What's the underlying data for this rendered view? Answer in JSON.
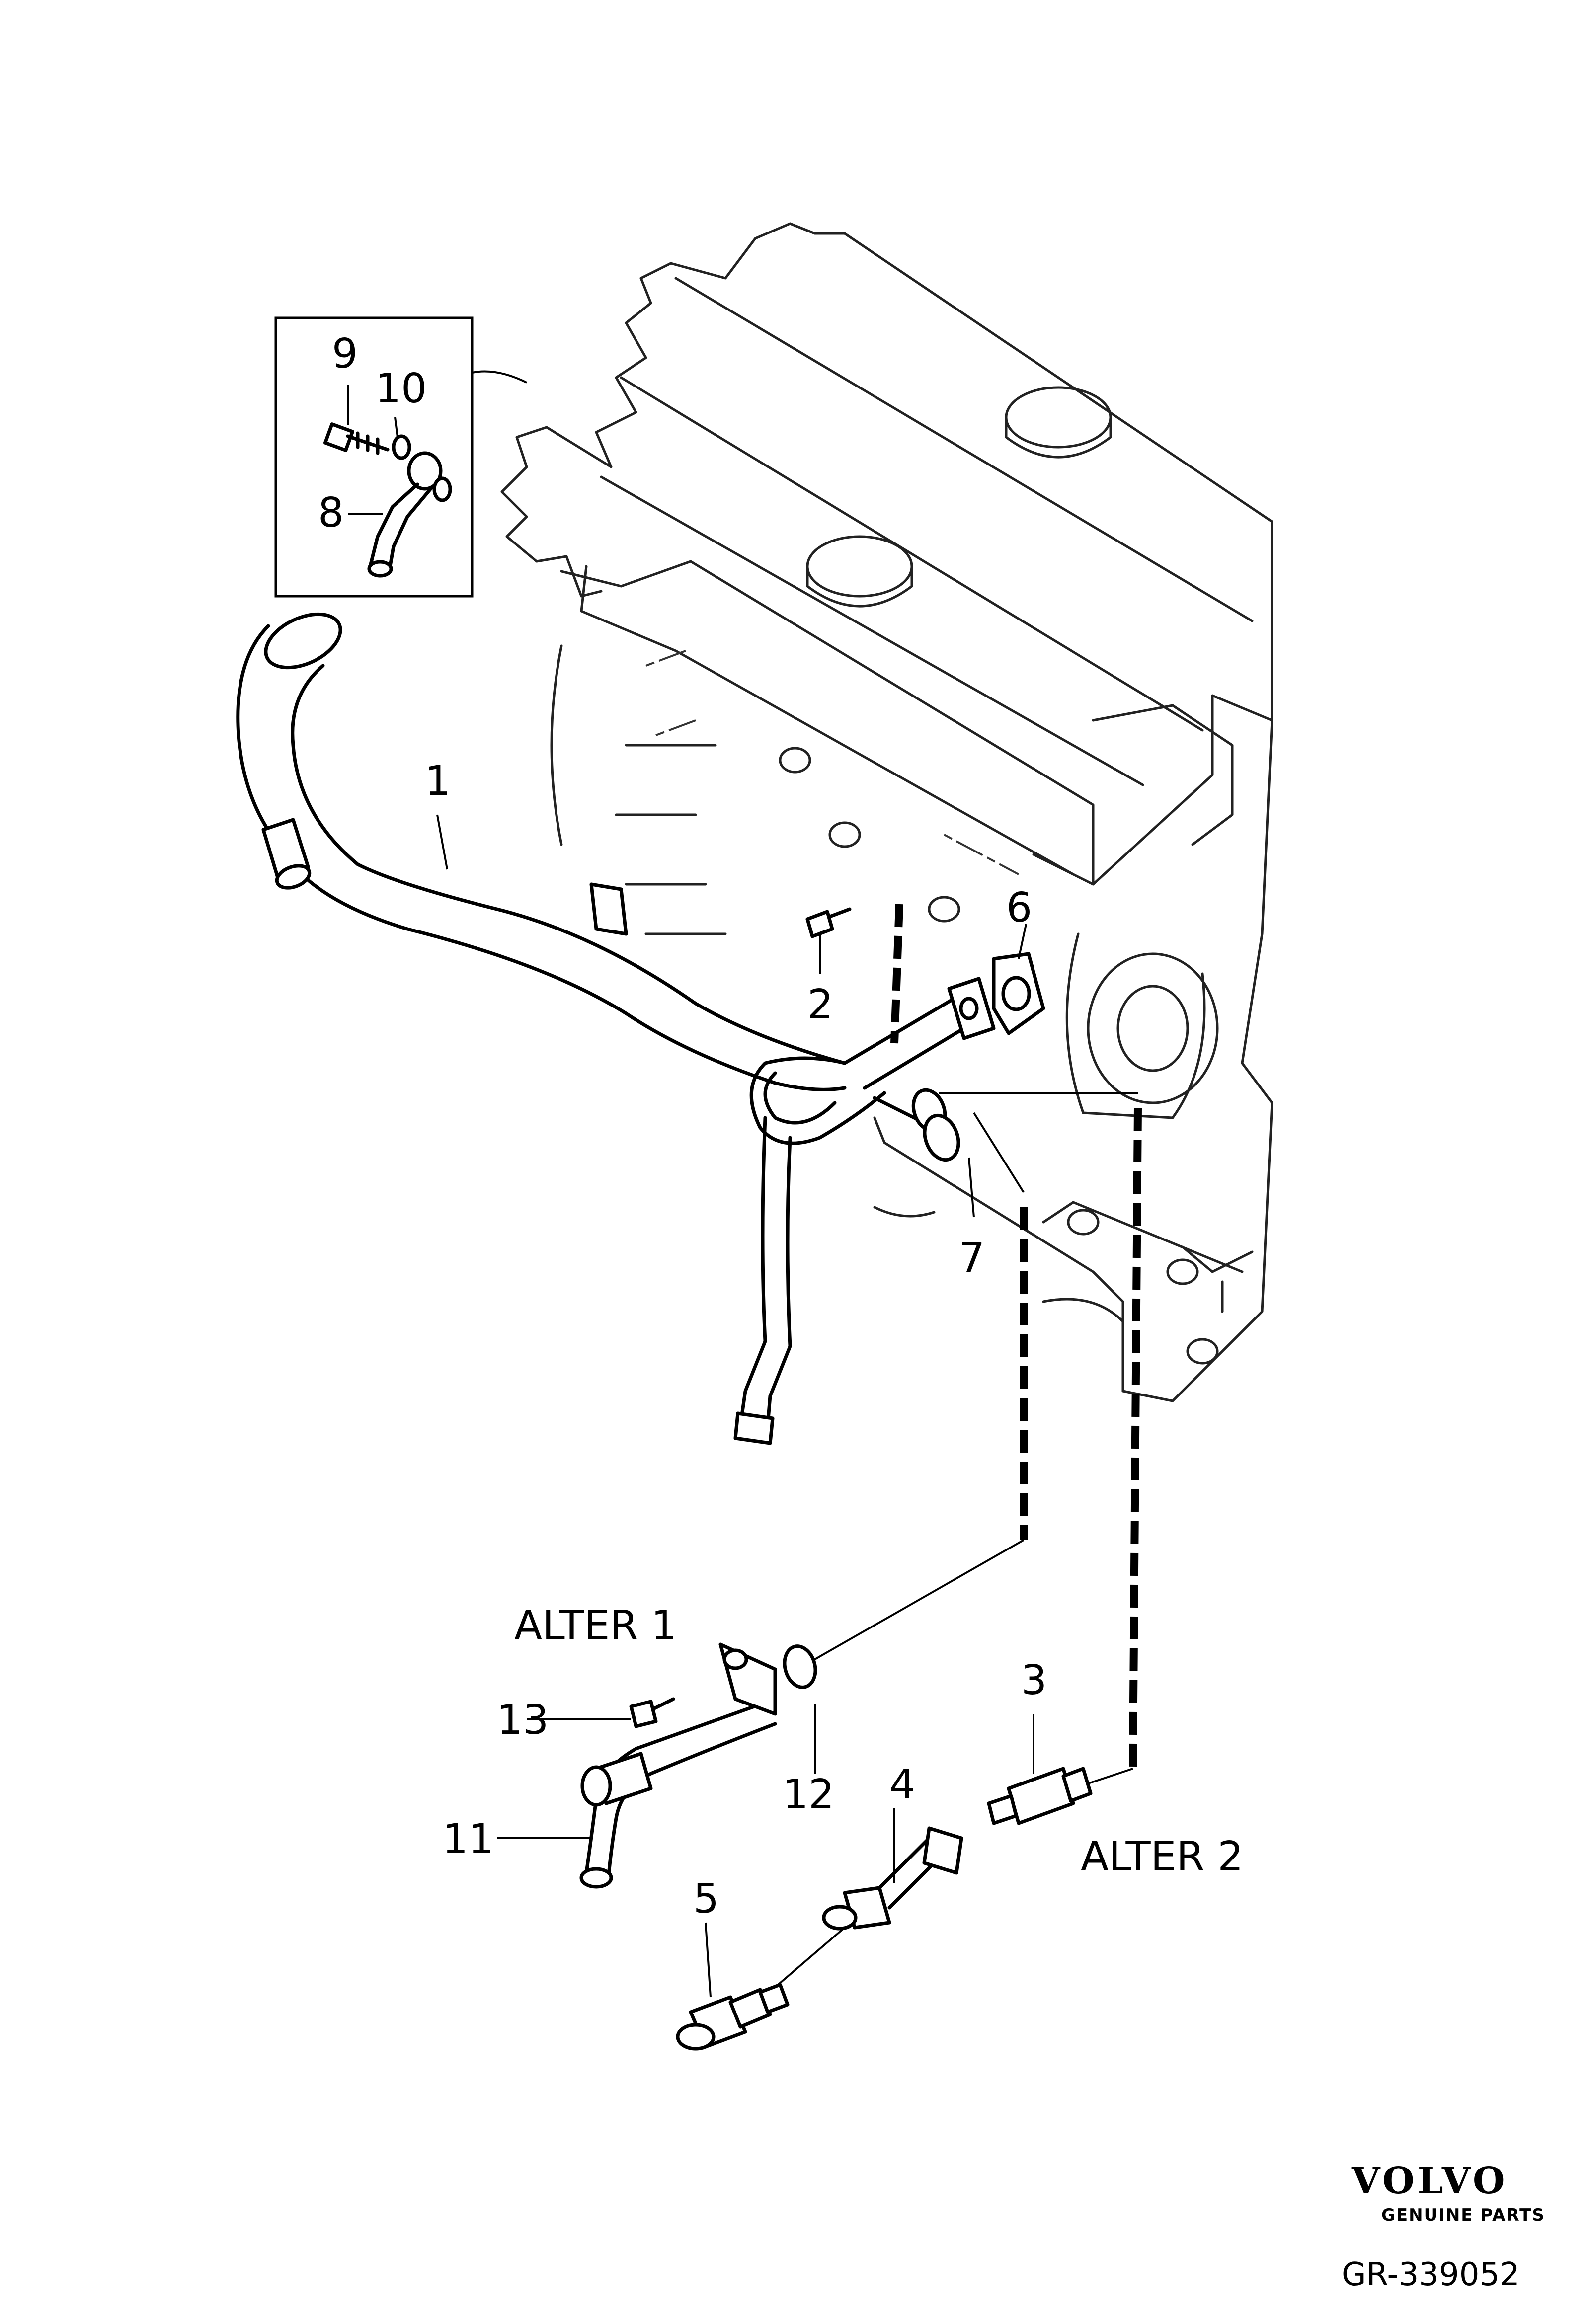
{
  "diagram": {
    "callouts": [
      "1",
      "2",
      "3",
      "4",
      "5",
      "6",
      "7",
      "8",
      "9",
      "10",
      "11",
      "12",
      "13"
    ],
    "alternatives": {
      "alter1": "ALTER 1",
      "alter2": "ALTER 2"
    },
    "brand": {
      "logo": "VOLVO",
      "subtitle": "GENUINE PARTS"
    },
    "reference": "GR-339052"
  }
}
